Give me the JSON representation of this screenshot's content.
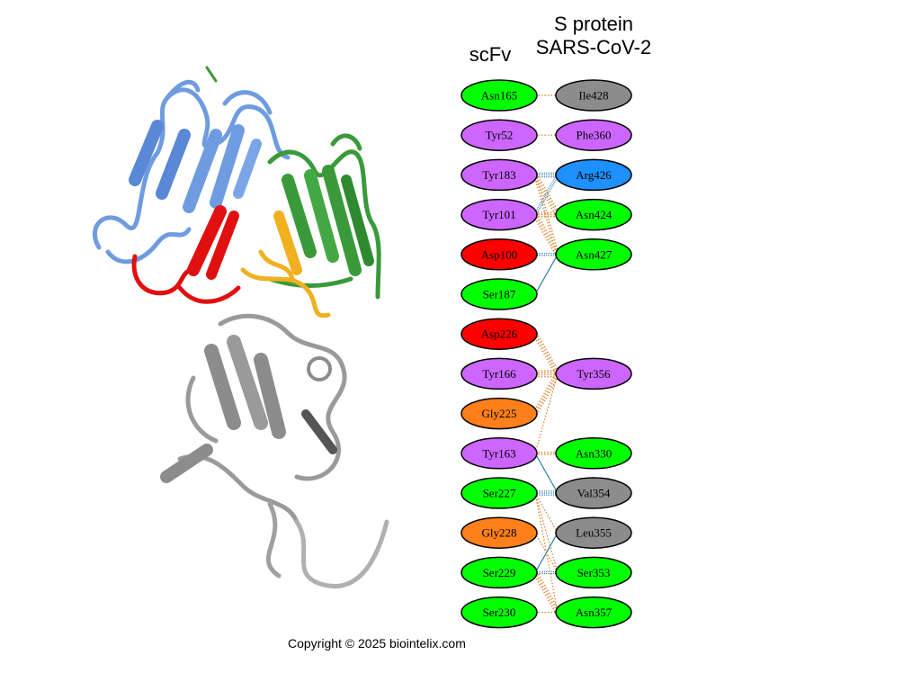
{
  "headers": {
    "left": "scFv",
    "right_line1": "S protein",
    "right_line2": "SARS-CoV-2"
  },
  "copyright": "Copyright © 2025 biointelix.com",
  "colors": {
    "green": "#00ff00",
    "purple": "#cc66ff",
    "red": "#ff0000",
    "orange": "#ff7f1a",
    "gray": "#8c8c8c",
    "blue": "#1e90ff",
    "hbond": "#2a7fa8",
    "contact": "#e07b1f"
  },
  "structure": {
    "chains": [
      {
        "name": "heavy-chain",
        "color": "#6f9be0"
      },
      {
        "name": "light-chain",
        "color": "#3a9a3a"
      },
      {
        "name": "cdr-loop-red",
        "color": "#e01010"
      },
      {
        "name": "cdr-loop-yellow",
        "color": "#f0b020"
      },
      {
        "name": "rbd-antigen",
        "color": "#9a9a9a"
      }
    ]
  },
  "left_residues": [
    {
      "id": "L1",
      "label": "Asn165",
      "color": "green"
    },
    {
      "id": "L2",
      "label": "Tyr52",
      "color": "purple"
    },
    {
      "id": "L3",
      "label": "Tyr183",
      "color": "purple"
    },
    {
      "id": "L4",
      "label": "Tyr101",
      "color": "purple"
    },
    {
      "id": "L5",
      "label": "Asp100",
      "color": "red"
    },
    {
      "id": "L6",
      "label": "Ser187",
      "color": "green"
    },
    {
      "id": "L7",
      "label": "Asp226",
      "color": "red"
    },
    {
      "id": "L8",
      "label": "Tyr166",
      "color": "purple"
    },
    {
      "id": "L9",
      "label": "Gly225",
      "color": "orange"
    },
    {
      "id": "L10",
      "label": "Tyr163",
      "color": "purple"
    },
    {
      "id": "L11",
      "label": "Ser227",
      "color": "green"
    },
    {
      "id": "L12",
      "label": "Gly228",
      "color": "orange"
    },
    {
      "id": "L13",
      "label": "Ser229",
      "color": "green"
    },
    {
      "id": "L14",
      "label": "Ser230",
      "color": "green"
    }
  ],
  "right_residues": [
    {
      "id": "R1",
      "label": "Ile428",
      "color": "gray",
      "row": 0
    },
    {
      "id": "R2",
      "label": "Phe360",
      "color": "purple",
      "row": 1
    },
    {
      "id": "R3",
      "label": "Arg426",
      "color": "blue",
      "row": 2
    },
    {
      "id": "R4",
      "label": "Asn424",
      "color": "green",
      "row": 3
    },
    {
      "id": "R5",
      "label": "Asn427",
      "color": "green",
      "row": 4
    },
    {
      "id": "R6",
      "label": "Tyr356",
      "color": "purple",
      "row": 7
    },
    {
      "id": "R7",
      "label": "Asn330",
      "color": "green",
      "row": 9
    },
    {
      "id": "R8",
      "label": "Val354",
      "color": "gray",
      "row": 10
    },
    {
      "id": "R9",
      "label": "Leu355",
      "color": "gray",
      "row": 11
    },
    {
      "id": "R10",
      "label": "Ser353",
      "color": "green",
      "row": 12
    },
    {
      "id": "R11",
      "label": "Asn357",
      "color": "green",
      "row": 13
    }
  ],
  "interactions": [
    {
      "from": "L1",
      "to": "R1",
      "type": "contact",
      "strength": 1
    },
    {
      "from": "L2",
      "to": "R2",
      "type": "contact",
      "strength": 1
    },
    {
      "from": "L3",
      "to": "R3",
      "type": "hbond",
      "strength": 3
    },
    {
      "from": "L3",
      "to": "R4",
      "type": "contact",
      "strength": 3
    },
    {
      "from": "L3",
      "to": "R5",
      "type": "contact",
      "strength": 2
    },
    {
      "from": "L4",
      "to": "R3",
      "type": "hbond",
      "strength": 2
    },
    {
      "from": "L4",
      "to": "R4",
      "type": "contact",
      "strength": 3
    },
    {
      "from": "L4",
      "to": "R5",
      "type": "contact",
      "strength": 3
    },
    {
      "from": "L5",
      "to": "R5",
      "type": "hbond",
      "strength": 2
    },
    {
      "from": "L6",
      "to": "R5",
      "type": "hbond",
      "strength": 1
    },
    {
      "from": "L7",
      "to": "R6",
      "type": "contact",
      "strength": 3
    },
    {
      "from": "L8",
      "to": "R6",
      "type": "contact",
      "strength": 4
    },
    {
      "from": "L9",
      "to": "R6",
      "type": "contact",
      "strength": 3
    },
    {
      "from": "L10",
      "to": "R6",
      "type": "contact",
      "strength": 1
    },
    {
      "from": "L10",
      "to": "R7",
      "type": "contact",
      "strength": 2
    },
    {
      "from": "L10",
      "to": "R8",
      "type": "hbond",
      "strength": 1
    },
    {
      "from": "L11",
      "to": "R8",
      "type": "hbond",
      "strength": 3
    },
    {
      "from": "L11",
      "to": "R9",
      "type": "contact",
      "strength": 1
    },
    {
      "from": "L11",
      "to": "R10",
      "type": "contact",
      "strength": 1
    },
    {
      "from": "L11",
      "to": "R11",
      "type": "contact",
      "strength": 1
    },
    {
      "from": "L12",
      "to": "R10",
      "type": "contact",
      "strength": 1
    },
    {
      "from": "L13",
      "to": "R9",
      "type": "hbond",
      "strength": 1
    },
    {
      "from": "L13",
      "to": "R10",
      "type": "hbond",
      "strength": 2
    },
    {
      "from": "L13",
      "to": "R11",
      "type": "contact",
      "strength": 3
    },
    {
      "from": "L14",
      "to": "R11",
      "type": "contact",
      "strength": 1
    }
  ]
}
